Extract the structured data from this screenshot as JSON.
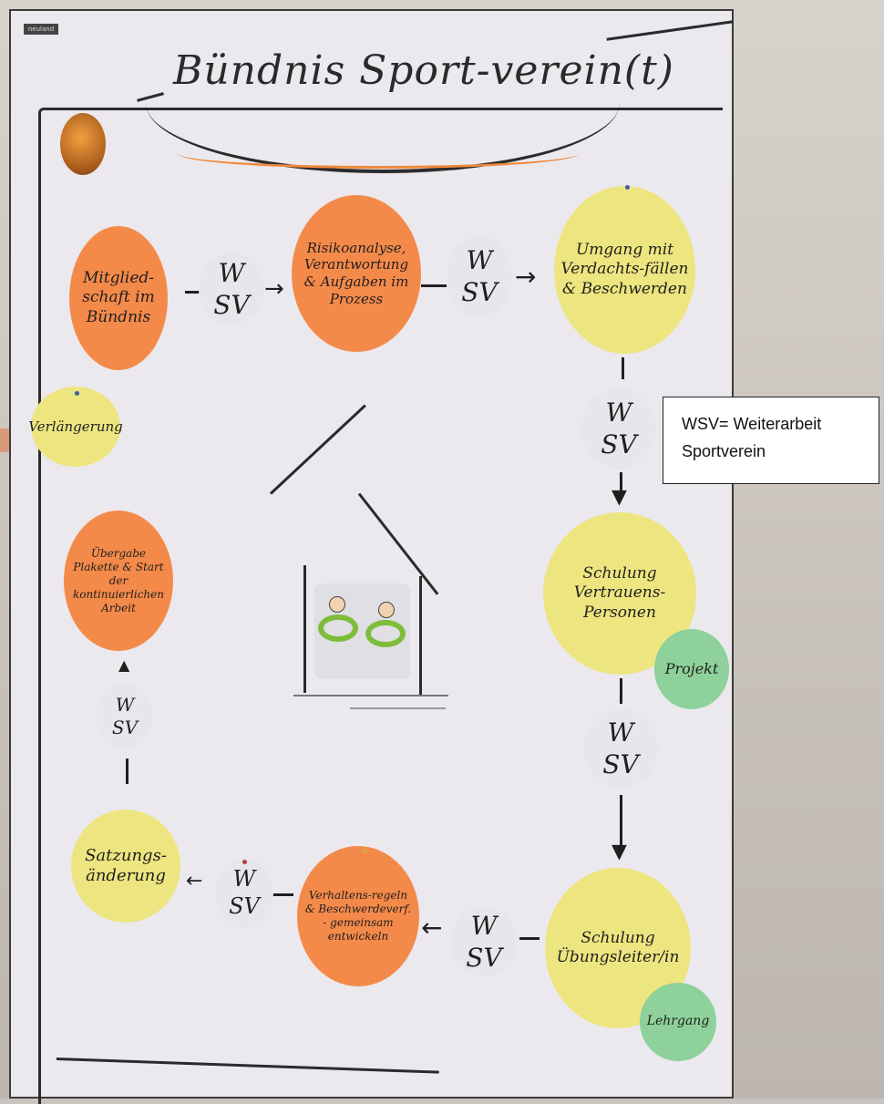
{
  "title": "Bündnis Sport-verein(t)",
  "brand": "neuland",
  "legend": {
    "line1": "WSV= Weiterarbeit",
    "line2": "Sportverein"
  },
  "steps": {
    "mitglied": "Mitglied-schaft im Bündnis",
    "risiko": "Risikoanalyse, Verantwortung & Aufgaben im Prozess",
    "umgang": "Umgang mit Verdachts-fällen & Beschwerden",
    "verlaengerung": "Verlängerung",
    "schulung_vertrauen": "Schulung Vertrauens-Personen",
    "projekt": "Projekt",
    "uebergabe": "Übergabe Plakette & Start der kontinuierlichen Arbeit",
    "satzung": "Satzungs-änderung",
    "verhaltens": "Verhaltens-regeln & Beschwerdeverf. - gemeinsam entwickeln",
    "schulung_uebung": "Schulung Übungsleiter/in",
    "lehrgang": "Lehrgang"
  },
  "wsv": "W SV",
  "colors": {
    "orange": "#f48a4a",
    "yellow": "#ede57f",
    "green": "#8ed19a",
    "white_disc": "#e7e6ea"
  }
}
